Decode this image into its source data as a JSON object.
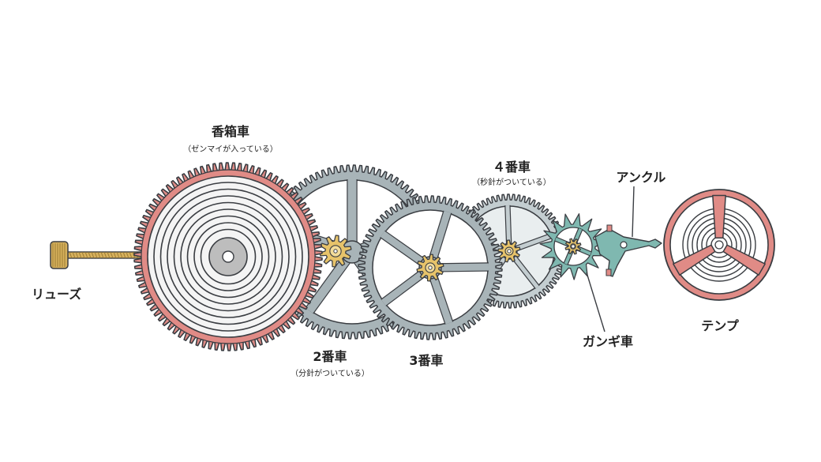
{
  "colors": {
    "outline": "#3a3d42",
    "barrel_red": "#e08b86",
    "barrel_face": "#f4f4f4",
    "wheel_gray": "#a8b4b8",
    "wheel_gray_light": "#c3cdd0",
    "wheel4_fill": "#e9eeef",
    "pinion_gold": "#e7c36a",
    "escape_teal": "#7fb8b0",
    "balance_red": "#e08b86",
    "crown_gold": "#d7b15c"
  },
  "labels": {
    "crown": "リューズ",
    "barrel": "香箱車",
    "barrel_note": "（ゼンマイが入っている）",
    "wheel2": "2番車",
    "wheel2_note": "（分針がついている）",
    "wheel3": "3番車",
    "wheel4": "４番車",
    "wheel4_note": "（秒針がついている）",
    "pallet": "アンクル",
    "escape": "ガンギ車",
    "balance": "テンプ"
  }
}
